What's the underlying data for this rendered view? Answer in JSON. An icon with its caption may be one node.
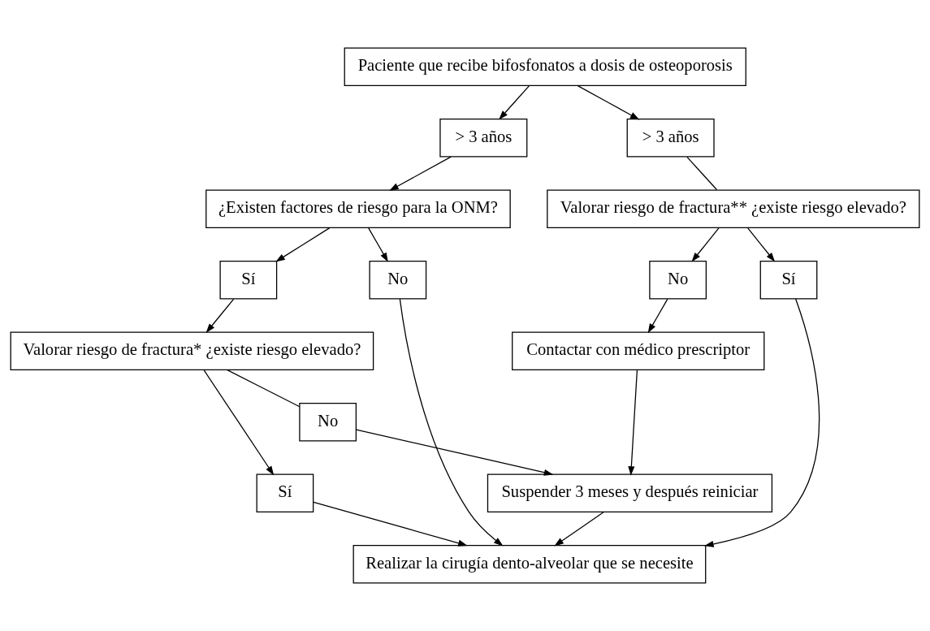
{
  "diagram": {
    "nodes": [
      {
        "text": [
          "Paciente que recibe bifosfonatos a dosis de osteoporosis"
        ]
      },
      {
        "text": [
          "> 3 años"
        ]
      },
      {
        "text": [
          "> 3 años"
        ]
      },
      {
        "text": [
          "¿Existen factores de riesgo para la ONM?"
        ]
      },
      {
        "text": [
          "Valorar riesgo de fractura** ¿existe riesgo elevado?"
        ]
      },
      {
        "text": [
          "Sí"
        ]
      },
      {
        "text": [
          "No"
        ]
      },
      {
        "text": [
          "Sí"
        ]
      },
      {
        "text": [
          "No"
        ]
      },
      {
        "text": [
          "Valorar riesgo de fractura* ¿existe riesgo elevado?"
        ]
      },
      {
        "text": [
          "Contactar con médico prescriptor"
        ]
      },
      {
        "text": [
          "Sí"
        ]
      },
      {
        "text": [
          "Realizar la cirugía dento-alveolar que se necesite"
        ]
      },
      {
        "text": [
          "No"
        ]
      },
      {
        "text": [
          "Suspender 3 meses y después reiniciar"
        ]
      }
    ],
    "edges": [
      {
        "from": 0,
        "to": 1,
        "arrow": "to"
      },
      {
        "from": 0,
        "to": 2,
        "arrow": "to"
      },
      {
        "from": 1,
        "to": 3,
        "arrow": "to"
      },
      {
        "from": 2,
        "to": 4,
        "arrow": "none"
      },
      {
        "from": 3,
        "to": 5,
        "arrow": "to"
      },
      {
        "from": 3,
        "to": 6,
        "arrow": "to"
      },
      {
        "from": 4,
        "to": 7,
        "arrow": "to"
      },
      {
        "from": 4,
        "to": 8,
        "arrow": "to"
      },
      {
        "from": 5,
        "to": 9,
        "arrow": "to"
      },
      {
        "from": 6,
        "to": 12,
        "arrow": "to"
      },
      {
        "from": 7,
        "to": 12,
        "arrow": "to"
      },
      {
        "from": 8,
        "to": 10,
        "arrow": "to"
      },
      {
        "from": 9,
        "to": 11,
        "arrow": "to"
      },
      {
        "from": 11,
        "to": 12,
        "arrow": "to"
      },
      {
        "from": 9,
        "to": 13,
        "arrow": "none"
      },
      {
        "from": 13,
        "to": 14,
        "arrow": "to"
      },
      {
        "from": 14,
        "to": 12,
        "arrow": "to"
      },
      {
        "from": 10,
        "to": 14,
        "arrow": "to"
      }
    ]
  }
}
